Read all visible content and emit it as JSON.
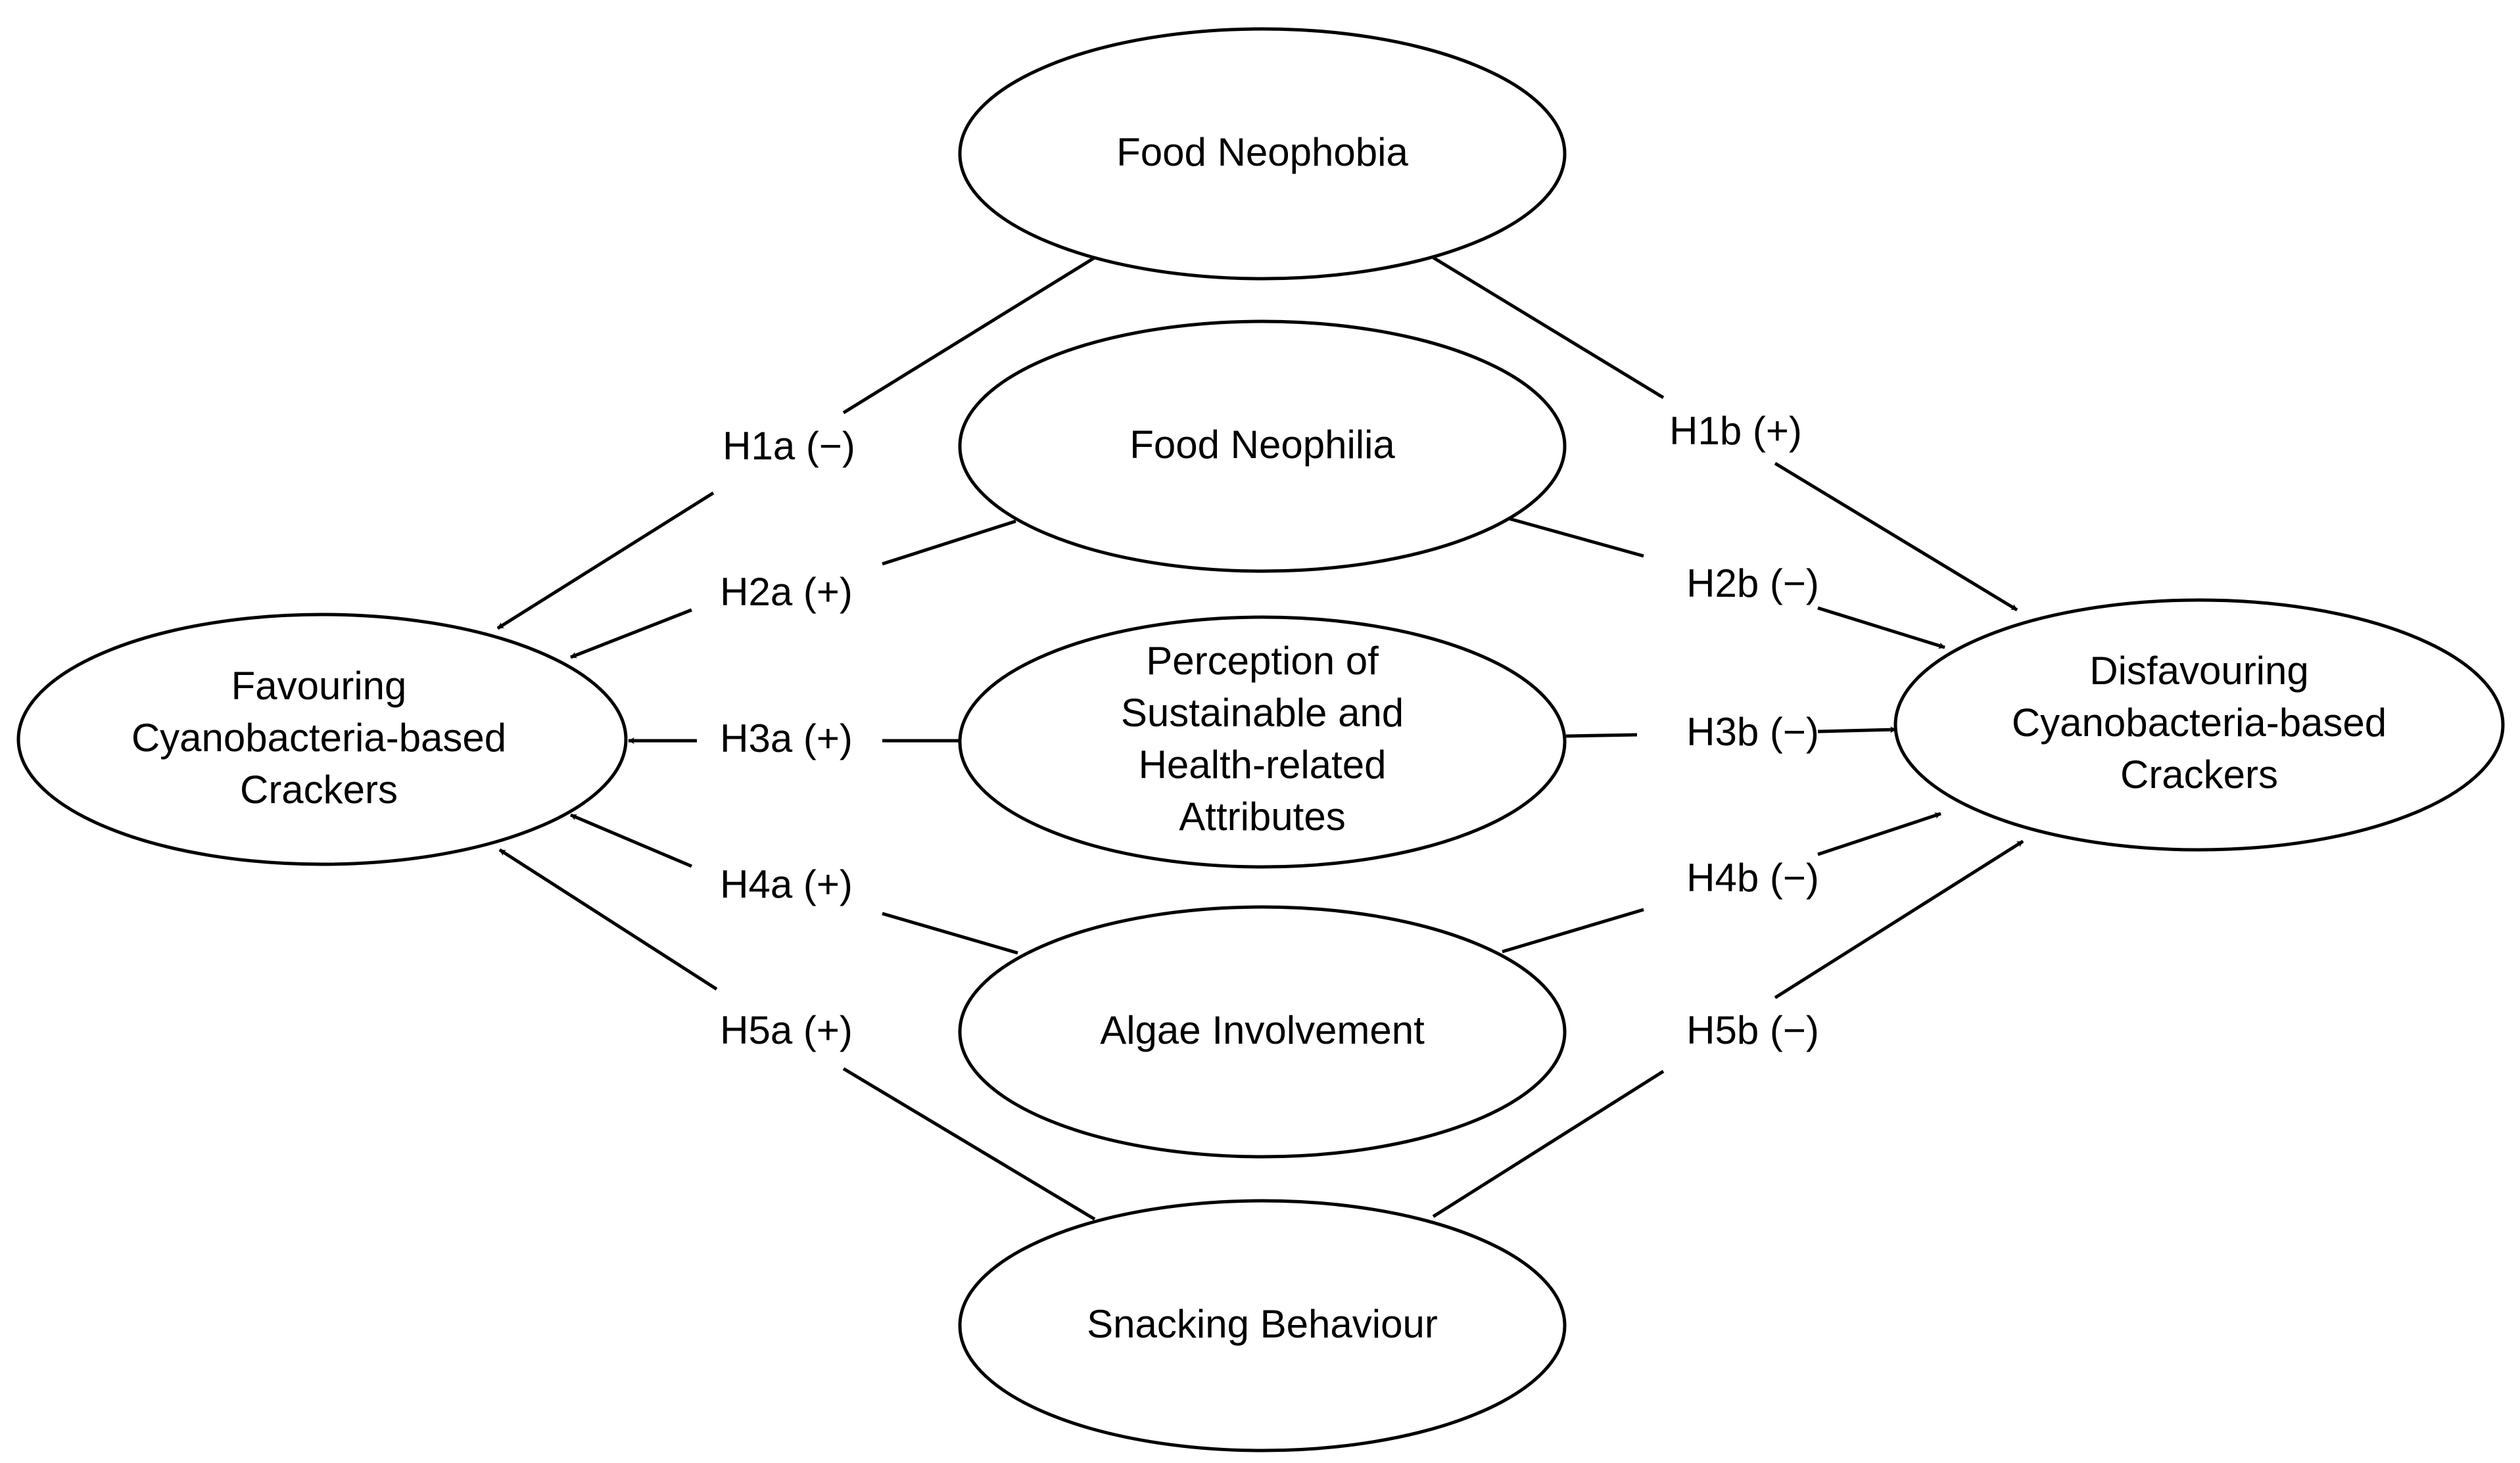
{
  "nodes": {
    "food_neophobia": {
      "lines": [
        "Food Neophobia"
      ]
    },
    "food_neophilia": {
      "lines": [
        "Food Neophilia"
      ]
    },
    "perception": {
      "lines": [
        "Perception of",
        "Sustainable and",
        "Health-related",
        "Attributes"
      ]
    },
    "algae_involvement": {
      "lines": [
        "Algae Involvement"
      ]
    },
    "snacking_behaviour": {
      "lines": [
        "Snacking Behaviour"
      ]
    },
    "favouring": {
      "lines": [
        "Favouring",
        "Cyanobacteria-based",
        "Crackers"
      ]
    },
    "disfavouring": {
      "lines": [
        "Disfavouring",
        "Cyanobacteria-based",
        "Crackers"
      ]
    }
  },
  "hypotheses": {
    "h1a": "H1a (−)",
    "h1b": "H1b (+)",
    "h2a": "H2a (+)",
    "h2b": "H2b (−)",
    "h3a": "H3a (+)",
    "h3b": "H3b (−)",
    "h4a": "H4a (+)",
    "h4b": "H4b (−)",
    "h5a": "H5a (+)",
    "h5b": "H5b (−)"
  }
}
